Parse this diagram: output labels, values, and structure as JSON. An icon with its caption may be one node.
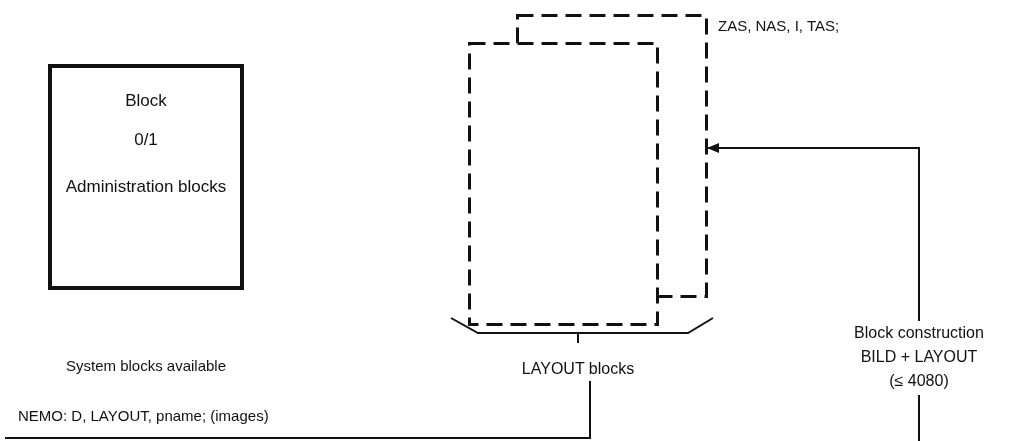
{
  "diagram": {
    "nodes": [
      {
        "text": [
          "Block",
          "0/1",
          "Administration blocks"
        ]
      },
      {
        "text": [],
        "shape": "box",
        "beside": [
          "ZAS, NAS, I, TAS;"
        ]
      },
      {
        "text": [],
        "shape": "box"
      },
      {
        "text": [
          "Block construction BILD + LAYOUT (≤ 4080)"
        ]
      },
      {
        "text": [
          "LAYOUT blocks"
        ]
      }
    ],
    "edges": [
      {
        "from": 3,
        "to": 1,
        "arrow": "to"
      },
      {
        "from": null,
        "to": 4,
        "arrow": "none",
        "label": "NEMO: D, LAYOUT, pname; (images)"
      },
      {
        "from": 3,
        "to": null,
        "arrow": "none"
      }
    ],
    "labels": [
      "System blocks available"
    ]
  }
}
